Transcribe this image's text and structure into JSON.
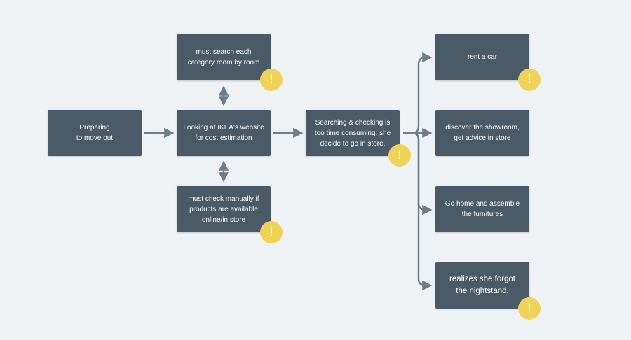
{
  "nodes": {
    "preparing": {
      "label": "Preparing\nto move out"
    },
    "ikea_website": {
      "label": "Looking at IKEA's website\nfor cost estimation"
    },
    "search_each_category": {
      "label": "must search each\ncategory room by room"
    },
    "check_manually": {
      "label": "must check manually if\nproducts are available\nonline/in store"
    },
    "searching_checking": {
      "label": "Searching & checking is\ntoo time consuming: she\ndecide to go in store."
    },
    "rent_car": {
      "label": "rent a car"
    },
    "discover_showroom": {
      "label": "discover the showroom,\nget advice in store"
    },
    "go_home": {
      "label": "Go home and assemble\nthe furnitures"
    },
    "forgot_nightstand": {
      "label": "realizes she forgot\nthe nightstand."
    }
  },
  "warning_glyph": "!",
  "colors": {
    "background": "#eff2f5",
    "node_fill": "#4b5a67",
    "node_text": "#ffffff",
    "connector": "#6e7c89",
    "warning_fill": "#efd25a"
  }
}
